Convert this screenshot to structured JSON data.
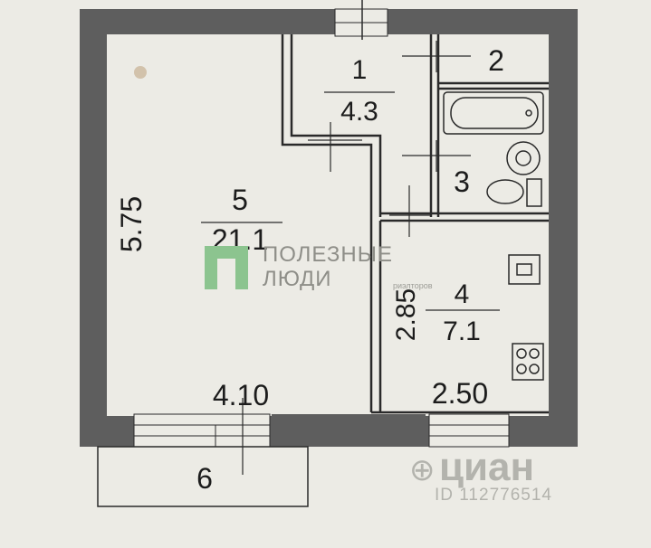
{
  "plan": {
    "colors": {
      "paper": "#ecebe5",
      "wall": "#5e5e5e",
      "line": "#2a2a2a",
      "logo": "#8cc48f"
    },
    "rooms": [
      {
        "id": "1",
        "number": "1",
        "area": "4.3"
      },
      {
        "id": "2",
        "number": "2",
        "area": ""
      },
      {
        "id": "3",
        "number": "3",
        "area": ""
      },
      {
        "id": "4",
        "number": "4",
        "area": "7.1"
      },
      {
        "id": "5",
        "number": "5",
        "area": "21.1"
      },
      {
        "id": "6",
        "number": "6",
        "area": ""
      }
    ],
    "dimensions": {
      "left_height": "5.75",
      "bottom_width_main": "4.10",
      "bottom_width_kitchen": "2.50",
      "kitchen_height": "2.85"
    }
  },
  "watermark": {
    "line1": "ПОЛЕЗНЫЕ",
    "line2": "ЛЮДИ",
    "tagline": "риэлторов"
  },
  "listing_watermark": {
    "brand": "циан",
    "id_text": "ID 112776514"
  }
}
